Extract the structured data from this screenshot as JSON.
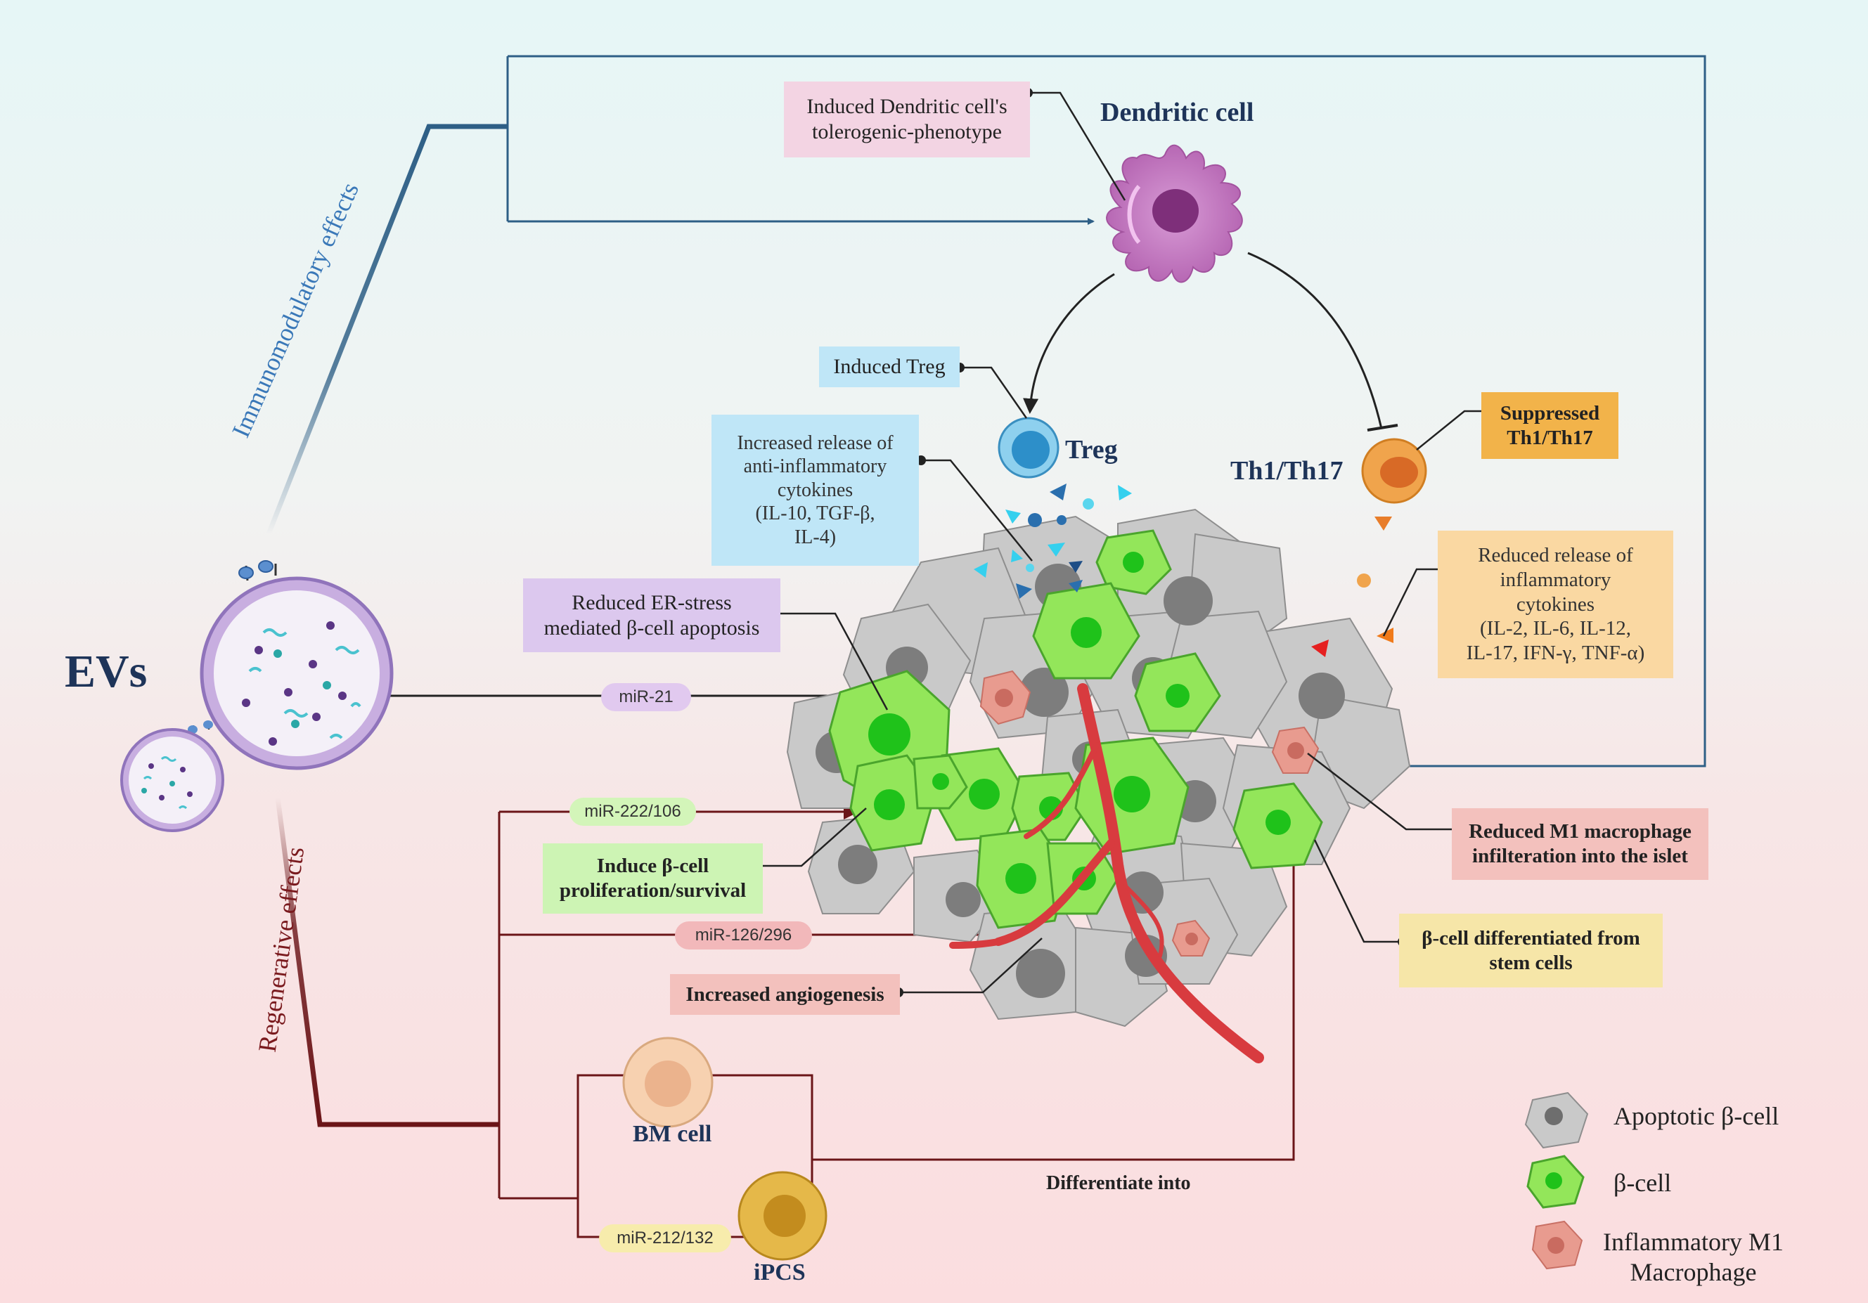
{
  "evs": {
    "title": "EVs"
  },
  "branches": {
    "immuno": "Immunomodulatory effects",
    "regen": "Regenerative effects"
  },
  "cells": {
    "dendritic": "Dendritic cell",
    "treg": "Treg",
    "th": "Th1/Th17",
    "bm": "BM cell",
    "ipcs": "iPCS"
  },
  "boxes": {
    "dc_tolerogenic": [
      "Induced Dendritic cell's",
      "tolerogenic-phenotype"
    ],
    "induced_treg": "Induced Treg",
    "anti_inflam": [
      "Increased release of",
      "anti-inflammatory",
      "cytokines",
      "(IL-10, TGF-β,",
      "IL-4)"
    ],
    "er_stress": [
      "Reduced ER-stress",
      "mediated β-cell apoptosis"
    ],
    "suppressed_th": [
      "Suppressed",
      "Th1/Th17"
    ],
    "reduced_inflam": [
      "Reduced release of",
      "inflammatory",
      "cytokines",
      "(IL-2, IL-6, IL-12,",
      "IL-17, IFN-γ, TNF-α)"
    ],
    "proliferation": [
      "Induce β-cell",
      "proliferation/survival"
    ],
    "angiogenesis": "Increased  angiogenesis",
    "m1_reduced": [
      "Reduced M1 macrophage",
      "infilteration into the islet"
    ],
    "stem_diff": [
      "β-cell differentiated from",
      "stem cells"
    ]
  },
  "mirnas": {
    "mir21": "miR-21",
    "mir222": "miR-222/106",
    "mir126": "miR-126/296",
    "mir212": "miR-212/132"
  },
  "differentiate": "Differentiate into",
  "legend": {
    "apoptotic": "Apoptotic β-cell",
    "beta": "β-cell",
    "m1": [
      "Inflammatory M1",
      "Macrophage"
    ]
  },
  "colors": {
    "immuno_line": "#2e5f86",
    "regen_line": "#6b1518",
    "dc_body": "#c57ec2",
    "treg": "#49a8d4",
    "th": "#f0a44c",
    "beta_cell": "#8de64a",
    "apoptotic_cell": "#c8c8c8",
    "m1": "#e89b8f",
    "vessel": "#d83b3f",
    "navy_text": "#1e3459"
  }
}
